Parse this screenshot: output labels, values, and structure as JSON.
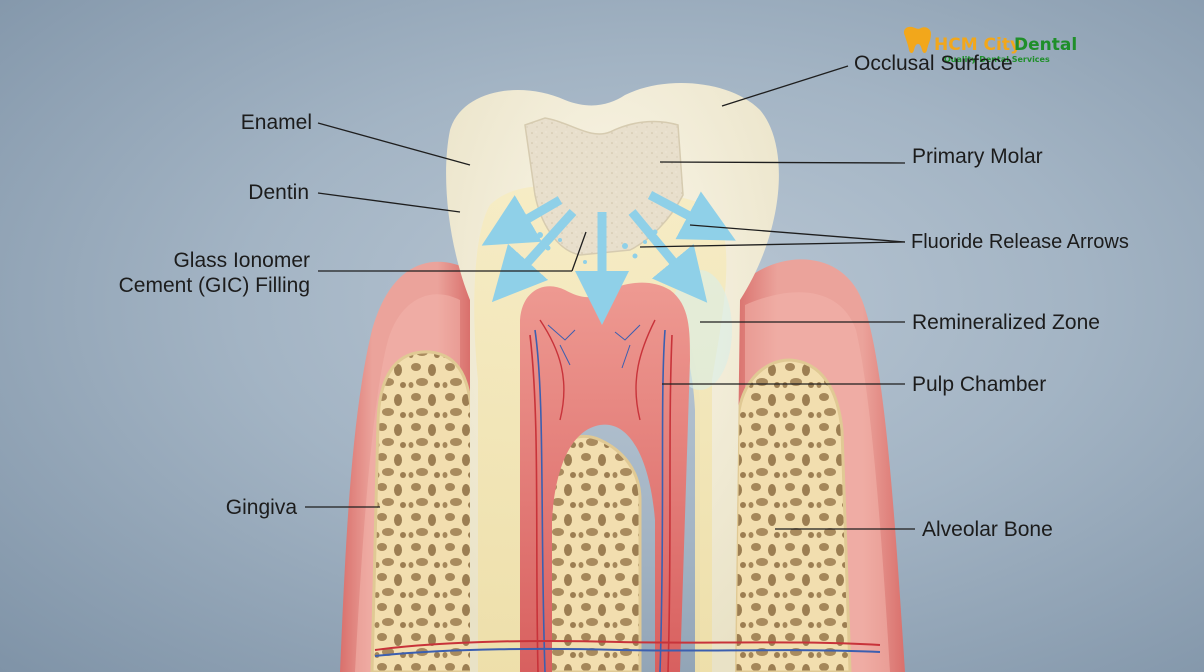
{
  "logo": {
    "name_part1": "HCM City",
    "name_part2": "Dental",
    "tagline": "Quality Dental Services",
    "color_part1": "#f2a71b",
    "color_part2": "#1f8f2a"
  },
  "labels": {
    "occlusal_surface": "Occlusal Surface",
    "enamel": "Enamel",
    "primary_molar": "Primary Molar",
    "dentin": "Dentin",
    "fluoride_release_arrows": "Fluoride Release Arrows",
    "gic_line1": "Glass Ionomer",
    "gic_line2": "Cement (GIC) Filling",
    "remineralized_zone": "Remineralized Zone",
    "pulp_chamber": "Pulp Chamber",
    "gingiva": "Gingiva",
    "alveolar_bone": "Alveolar Bone"
  },
  "colors": {
    "enamel": "#f4efdc",
    "dentin": "#f1e6b8",
    "gic_filling": "#e6ddc9",
    "pulp": "#e27f7c",
    "gingiva": "#e79a93",
    "bone": "#f2dfb4",
    "arrow": "#8fd0e8",
    "nerve_red": "#c8333a",
    "nerve_blue": "#3b5fb0"
  }
}
